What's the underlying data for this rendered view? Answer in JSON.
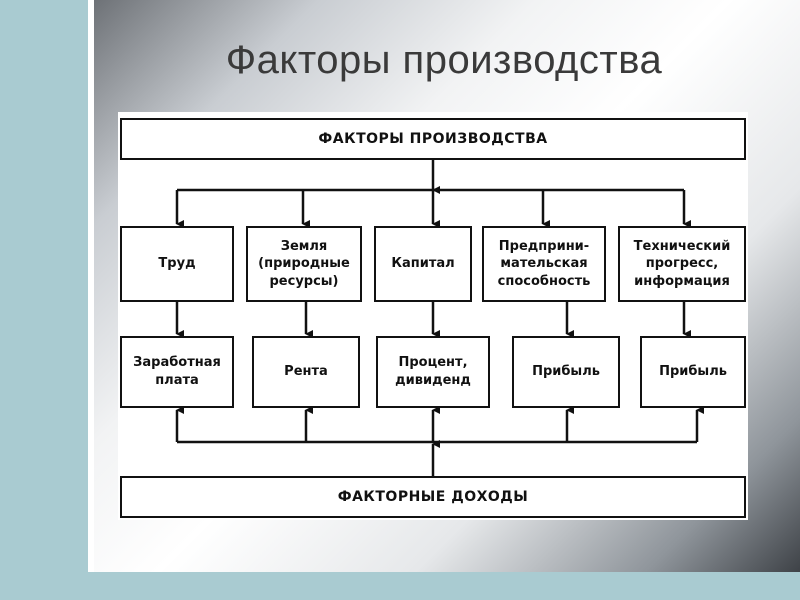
{
  "slide": {
    "title": "Факторы производства"
  },
  "diagram": {
    "top_box": "ФАКТОРЫ ПРОИЗВОДСТВА",
    "factors": [
      "Труд",
      "Земля (природные ресурсы)",
      "Капитал",
      "Предприни-мательская способность",
      "Технический прогресс, информация"
    ],
    "incomes": [
      "Заработная плата",
      "Рента",
      "Процент, дивиденд",
      "Прибыль",
      "Прибыль"
    ],
    "bottom_box": "ФАКТОРНЫЕ ДОХОДЫ"
  }
}
